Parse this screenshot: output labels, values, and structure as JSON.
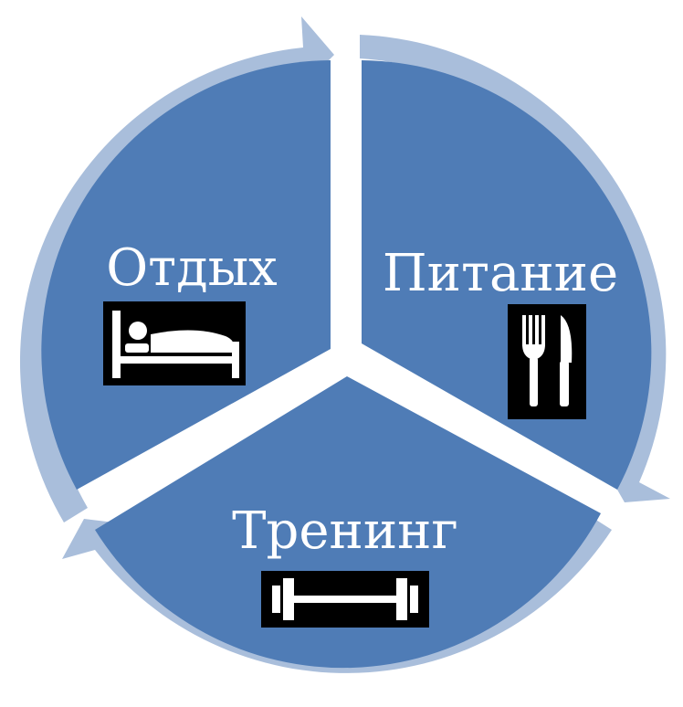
{
  "segments": [
    {
      "id": "rest",
      "label": "Отдых",
      "icon": "bed-icon"
    },
    {
      "id": "nutrition",
      "label": "Питание",
      "icon": "fork-knife-icon"
    },
    {
      "id": "training",
      "label": "Тренинг",
      "icon": "dumbbell-icon"
    }
  ],
  "colors": {
    "segment_fill": "#4f7cb6",
    "ring_arrow": "#a9bedb",
    "icon_bg": "#000000",
    "icon_fg": "#ffffff",
    "text": "#ffffff",
    "background": "#ffffff"
  }
}
